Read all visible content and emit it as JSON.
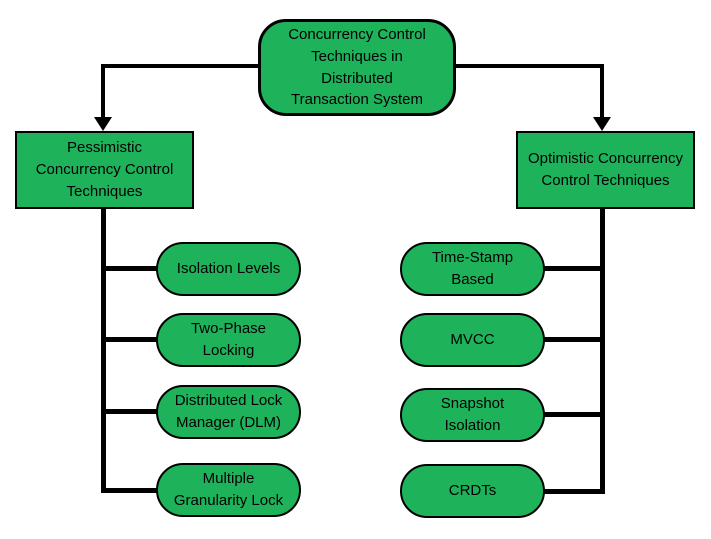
{
  "diagram": {
    "root": {
      "label": "Concurrency Control Techniques in Distributed Transaction System"
    },
    "branches": [
      {
        "label": "Pessimistic Concurrency Control Techniques",
        "children": [
          {
            "label": "Isolation Levels"
          },
          {
            "label": "Two-Phase Locking"
          },
          {
            "label": "Distributed Lock Manager (DLM)"
          },
          {
            "label": "Multiple Granularity Lock"
          }
        ]
      },
      {
        "label": "Optimistic Concurrency Control Techniques",
        "children": [
          {
            "label": "Time-Stamp Based"
          },
          {
            "label": "MVCC"
          },
          {
            "label": "Snapshot Isolation"
          },
          {
            "label": "CRDTs"
          }
        ]
      }
    ],
    "colors": {
      "node_fill": "#1eb35b",
      "node_outline": "#000000",
      "connector": "#000000",
      "text": "#000000",
      "background": "#ffffff"
    }
  }
}
